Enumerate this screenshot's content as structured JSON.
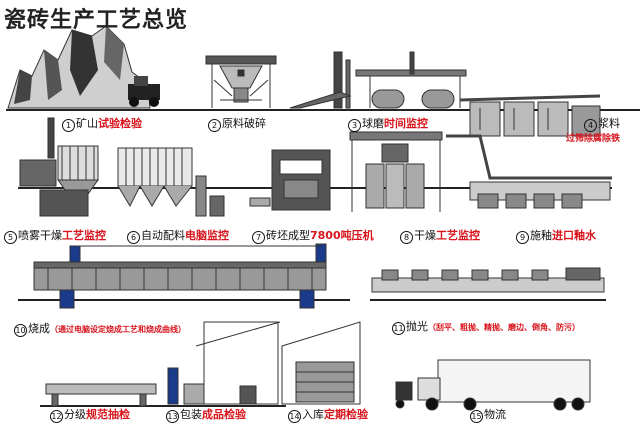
{
  "title": "瓷砖生产工艺总览",
  "steps": [
    {
      "num": "1",
      "name": "矿山",
      "note": "试验检验"
    },
    {
      "num": "2",
      "name": "原料破碎",
      "note": ""
    },
    {
      "num": "3",
      "name": "球磨",
      "note": "时间监控"
    },
    {
      "num": "4",
      "name": "浆料",
      "note": "过筛除腐除铁"
    },
    {
      "num": "5",
      "name": "喷雾干燥",
      "note": "工艺监控"
    },
    {
      "num": "6",
      "name": "自动配料",
      "note": "电脑监控"
    },
    {
      "num": "7",
      "name": "砖坯成型",
      "note": "7800吨压机"
    },
    {
      "num": "8",
      "name": "干燥",
      "note": "工艺监控"
    },
    {
      "num": "9",
      "name": "施釉",
      "note": "进口釉水"
    },
    {
      "num": "10",
      "name": "烧成",
      "note": "（通过电脑设定烧成工艺和烧成曲线）"
    },
    {
      "num": "11",
      "name": "抛光",
      "note": "（刮平、粗抛、精抛、磨边、倒角、防污）"
    },
    {
      "num": "12",
      "name": "分级",
      "note": "规范抽检"
    },
    {
      "num": "13",
      "name": "包装",
      "note": "成品检验"
    },
    {
      "num": "14",
      "name": "入库",
      "note": "定期检验"
    },
    {
      "num": "15",
      "name": "物流",
      "note": ""
    }
  ],
  "colors": {
    "accent": "#d8141c",
    "ink": "#222222"
  }
}
